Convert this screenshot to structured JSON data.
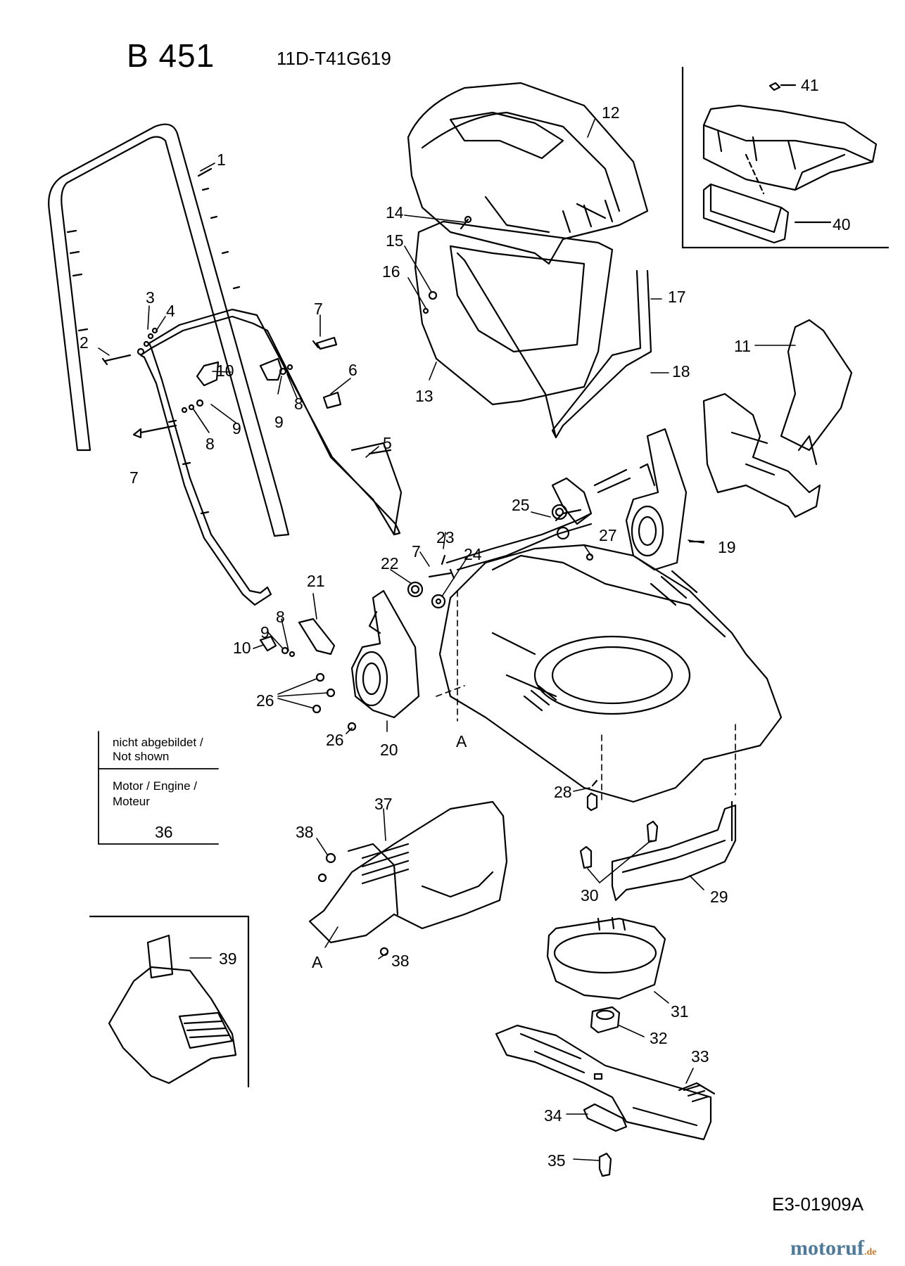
{
  "header": {
    "title": "B 451",
    "model": "11D-T41G619"
  },
  "footer": {
    "code": "E3-01909A",
    "brand_main": "motoruf",
    "brand_tld": ".de"
  },
  "note": {
    "line1": "nicht abgebildet /",
    "line2": "Not shown",
    "line3": "Motor / Engine /",
    "line4": "Moteur",
    "number": "36"
  },
  "callouts": {
    "c1": "1",
    "c2": "2",
    "c3": "3",
    "c4": "4",
    "c5": "5",
    "c6": "6",
    "c7a": "7",
    "c7b": "7",
    "c7c": "7",
    "c8a": "8",
    "c8b": "8",
    "c8c": "8",
    "c9a": "9",
    "c9b": "9",
    "c9c": "9",
    "c10a": "10",
    "c10b": "10",
    "c11": "11",
    "c12": "12",
    "c13": "13",
    "c14": "14",
    "c15": "15",
    "c16": "16",
    "c17": "17",
    "c18": "18",
    "c19": "19",
    "c20": "20",
    "c21": "21",
    "c22": "22",
    "c23": "23",
    "c24": "24",
    "c25": "25",
    "c26a": "26",
    "c26b": "26",
    "c27": "27",
    "c28": "28",
    "c29": "29",
    "c30": "30",
    "c31": "31",
    "c32": "32",
    "c33": "33",
    "c34": "34",
    "c35": "35",
    "c37": "37",
    "c38a": "38",
    "c38b": "38",
    "c39": "39",
    "c40": "40",
    "c41": "41",
    "cAa": "A",
    "cAb": "A"
  }
}
